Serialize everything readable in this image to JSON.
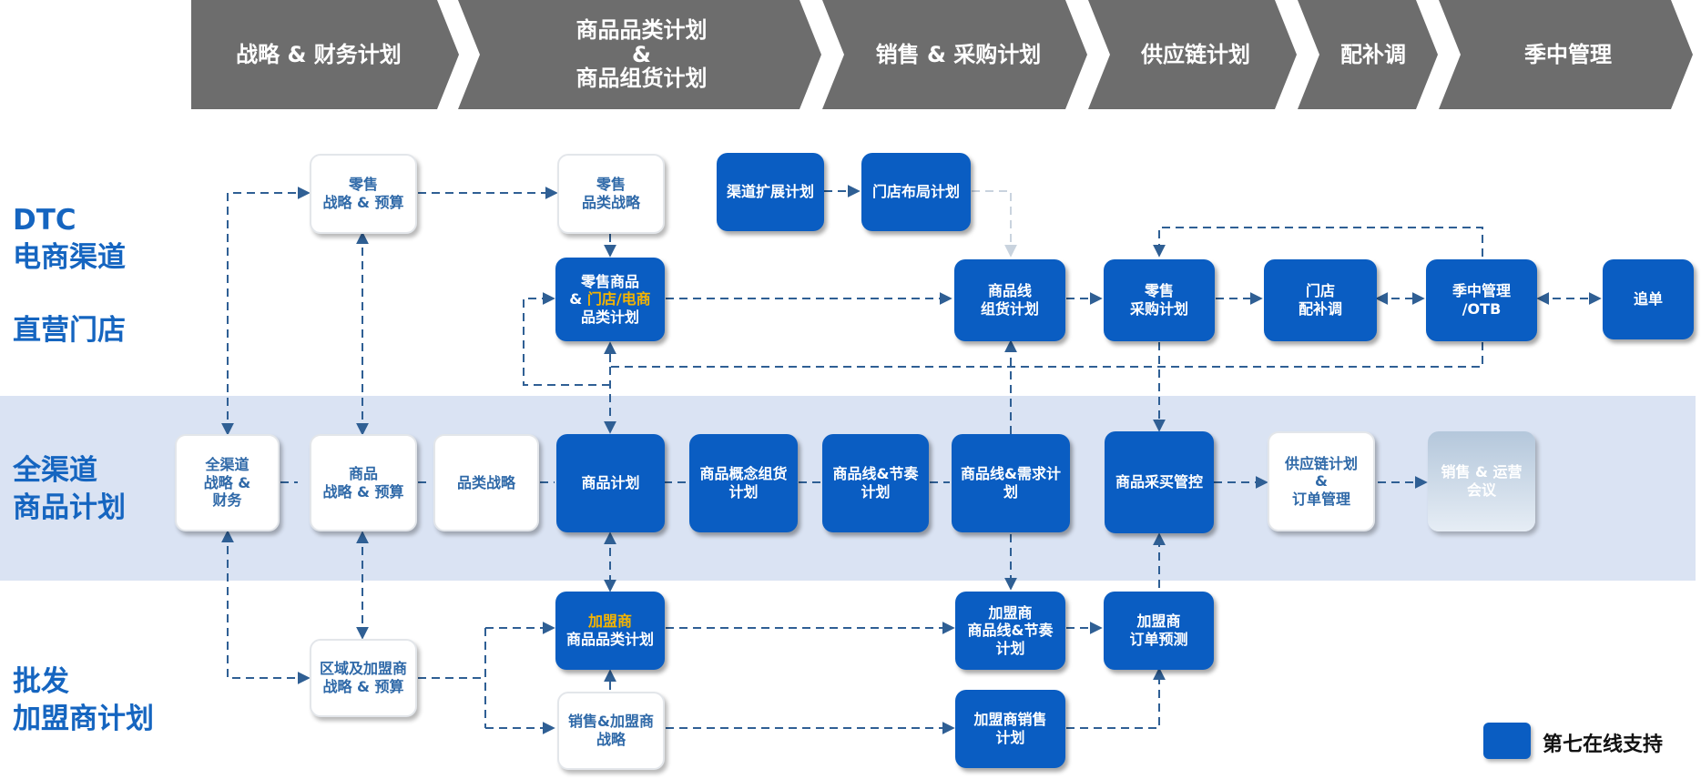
{
  "colors": {
    "node_blue": "#0a5dc2",
    "lane_band": "#dae3f3",
    "chevron_gray": "#6d6d6d",
    "lane_text": "#1565c0",
    "highlight_text": "#f5b400",
    "arrow": "#2f5f94"
  },
  "header": {
    "stages": [
      {
        "label": "战略 & 财务计划"
      },
      {
        "label": "商品品类计划\n&\n商品组货计划"
      },
      {
        "label": "销售 & 采购计划"
      },
      {
        "label": "供应链计划"
      },
      {
        "label": "配补调"
      },
      {
        "label": "季中管理"
      }
    ]
  },
  "lanes": {
    "dtc": "DTC\n电商渠道",
    "direct_store": "直营门店",
    "omni": "全渠道\n商品计划",
    "wholesale": "批发\n加盟商计划"
  },
  "nodes": {
    "retail_strategy": {
      "lines": [
        "零售",
        "战略 & 预算"
      ]
    },
    "retail_category_strategy": {
      "lines": [
        "零售",
        "品类战略"
      ]
    },
    "channel_expansion": {
      "lines": [
        "渠道扩展计划"
      ]
    },
    "store_layout": {
      "lines": [
        "门店布局计划"
      ]
    },
    "retail_category_plan": {
      "line1": "零售商品",
      "line2_prefix": "& ",
      "line2_highlight": "门店/电商",
      "line3": "品类计划"
    },
    "product_line_assortment": {
      "lines": [
        "商品线",
        "组货计划"
      ]
    },
    "retail_purchase": {
      "lines": [
        "零售",
        "采购计划"
      ]
    },
    "store_replenish": {
      "lines": [
        "门店",
        "配补调"
      ]
    },
    "inseason_otb": {
      "lines": [
        "季中管理",
        "/OTB"
      ]
    },
    "reorder": {
      "lines": [
        "追单"
      ]
    },
    "omni_strategy": {
      "lines": [
        "全渠道",
        "战略 &",
        "财务"
      ]
    },
    "product_strategy": {
      "lines": [
        "商品",
        "战略 & 预算"
      ]
    },
    "category_strategy": {
      "lines": [
        "品类战略"
      ]
    },
    "product_plan": {
      "lines": [
        "商品计划"
      ]
    },
    "concept_assortment": {
      "lines": [
        "商品概念组货",
        "计划"
      ]
    },
    "line_rhythm": {
      "lines": [
        "商品线&节奏",
        "计划"
      ]
    },
    "line_demand": {
      "lines": [
        "商品线&需求计",
        "划"
      ]
    },
    "purchase_control": {
      "lines": [
        "商品采买管控"
      ]
    },
    "supply_order": {
      "lines": [
        "供应链计划",
        "&",
        "订单管理"
      ]
    },
    "sales_ops": {
      "lines": [
        "销售 & 运营",
        "会议"
      ]
    },
    "franchise_category": {
      "line1_highlight": "加盟商",
      "line2": "商品品类计划"
    },
    "regional_strategy": {
      "lines": [
        "区域及加盟商",
        "战略 & 预算"
      ]
    },
    "sales_franchise_strategy": {
      "lines": [
        "销售&加盟商",
        "战略"
      ]
    },
    "franchise_line_rhythm": {
      "lines": [
        "加盟商",
        "商品线&节奏",
        "计划"
      ]
    },
    "franchise_order_forecast": {
      "lines": [
        "加盟商",
        "订单预测"
      ]
    },
    "franchise_sales_plan": {
      "lines": [
        "加盟商销售",
        "计划"
      ]
    }
  },
  "legend": {
    "label": "第七在线支持"
  }
}
